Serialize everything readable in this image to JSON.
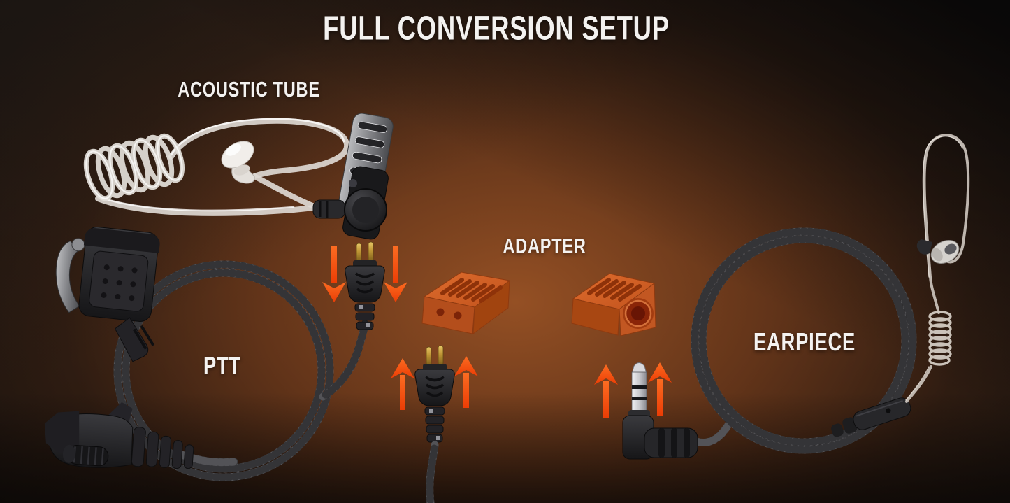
{
  "title": "FULL CONVERSION SETUP",
  "labels": {
    "acoustic_tube": "ACOUSTIC TUBE",
    "adapter": "ADAPTER",
    "ptt": "PTT",
    "earpiece": "EARPIECE"
  },
  "components": [
    {
      "id": "acoustic-tube-assembly",
      "label": "ACOUSTIC TUBE",
      "description_icon": "clear-coiled-tube-with-ear-tip-and-clip"
    },
    {
      "id": "two-pin-connector-top",
      "label": "",
      "description_icon": "two-pin-gold-connector"
    },
    {
      "id": "adapter-two-pin-side",
      "label": "ADAPTER",
      "description_icon": "orange-adapter-two-pin-holes"
    },
    {
      "id": "adapter-jack-side",
      "label": "ADAPTER",
      "description_icon": "orange-adapter-3-5mm-jack"
    },
    {
      "id": "two-pin-connector-bottom",
      "label": "",
      "description_icon": "two-pin-gold-connector"
    },
    {
      "id": "ptt-assembly",
      "label": "PTT",
      "description_icon": "coiled-braided-cable-ptt-button-radio-connector"
    },
    {
      "id": "jack-plug",
      "label": "",
      "description_icon": "right-angle-3-5mm-plug"
    },
    {
      "id": "earpiece-assembly",
      "label": "EARPIECE",
      "description_icon": "braided-cable-loop-clear-ear-hook-tube"
    }
  ],
  "arrows": {
    "color": "#f4500e",
    "groups": [
      {
        "near": "two-pin-connector-top",
        "direction": "down",
        "count": 2
      },
      {
        "near": "two-pin-connector-bottom",
        "direction": "up",
        "count": 2
      },
      {
        "near": "jack-plug",
        "direction": "up",
        "count": 2
      }
    ]
  },
  "colors": {
    "background_glow": "#9b5325",
    "background_dark": "#140f0c",
    "label_text": "#f4f2f0",
    "arrow_orange": "#f4500e",
    "adapter_orange_top": "#d06026",
    "adapter_orange_side": "#b44e1c",
    "adapter_slot_red": "#8e3209",
    "cable_gray": "#3b3b3e",
    "gold_pin": "#c9a23a",
    "clear_tube": "#ddd8d2"
  }
}
